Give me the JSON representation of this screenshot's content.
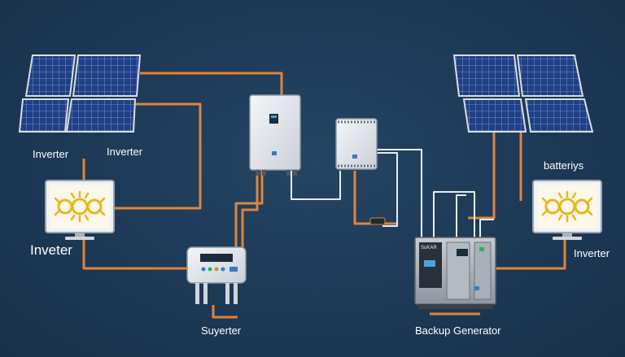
{
  "labels": {
    "inverter_left_a": "Inverter",
    "inverter_left_b": "Inverter",
    "inveter_big": "Inveter",
    "suyerter": "Suyerter",
    "backup_generator": "Backup Generator",
    "batteriys": "batteriys",
    "inverter_right": "Inverter",
    "generator_panel_text": "SuKAR"
  },
  "colors": {
    "background": "#1c3855",
    "wire_orange": "#e0843a",
    "wire_white": "#e8ecef",
    "panel_cell": "#1f3f86",
    "panel_frame": "#d9dee4",
    "sun_glow": "#f0c020"
  },
  "icons": [
    "solar-panel-icon",
    "inverter-box-icon",
    "monitor-sun-icon",
    "charge-controller-icon",
    "generator-icon"
  ]
}
